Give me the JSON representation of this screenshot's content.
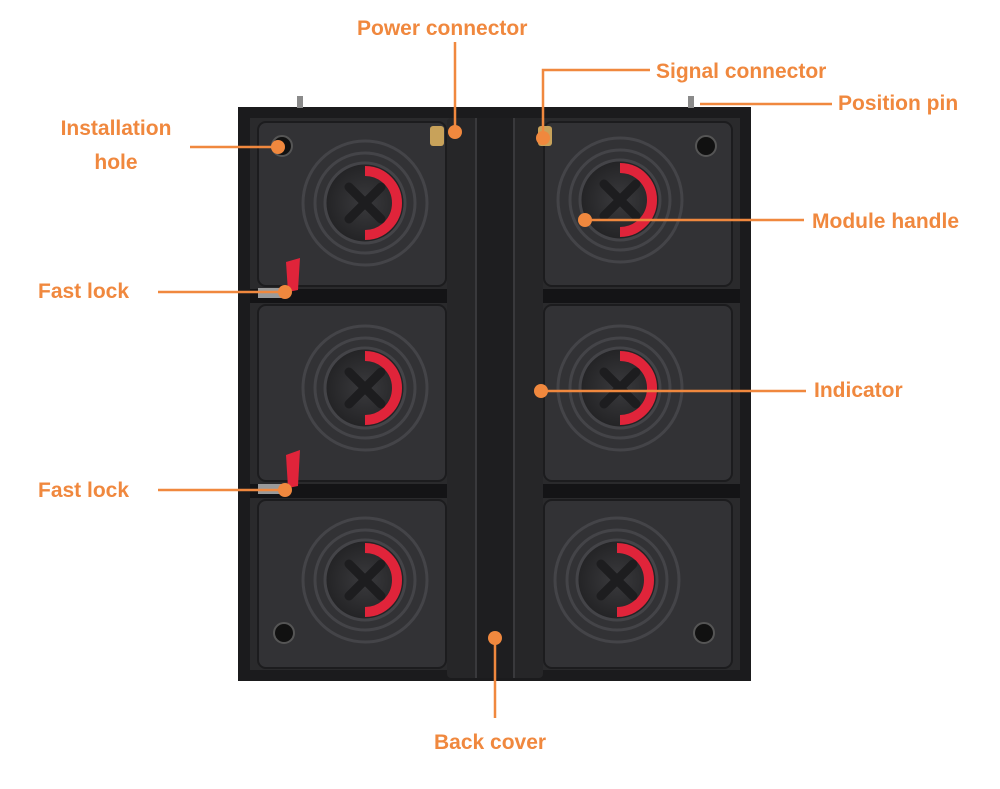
{
  "colors": {
    "accent": "#f0883e",
    "panel_frame": "#1b1b1d",
    "panel_body": "#2a2a2c",
    "handle_red": "#e0243a",
    "back_cover": "#262628"
  },
  "callouts": {
    "power_connector": "Power connector",
    "signal_connector": "Signal connector",
    "position_pin": "Position pin",
    "installation_hole_line1": "Installation",
    "installation_hole_line2": "hole",
    "module_handle": "Module handle",
    "fast_lock_upper": "Fast lock",
    "indicator": "Indicator",
    "fast_lock_lower": "Fast lock",
    "back_cover": "Back cover"
  }
}
